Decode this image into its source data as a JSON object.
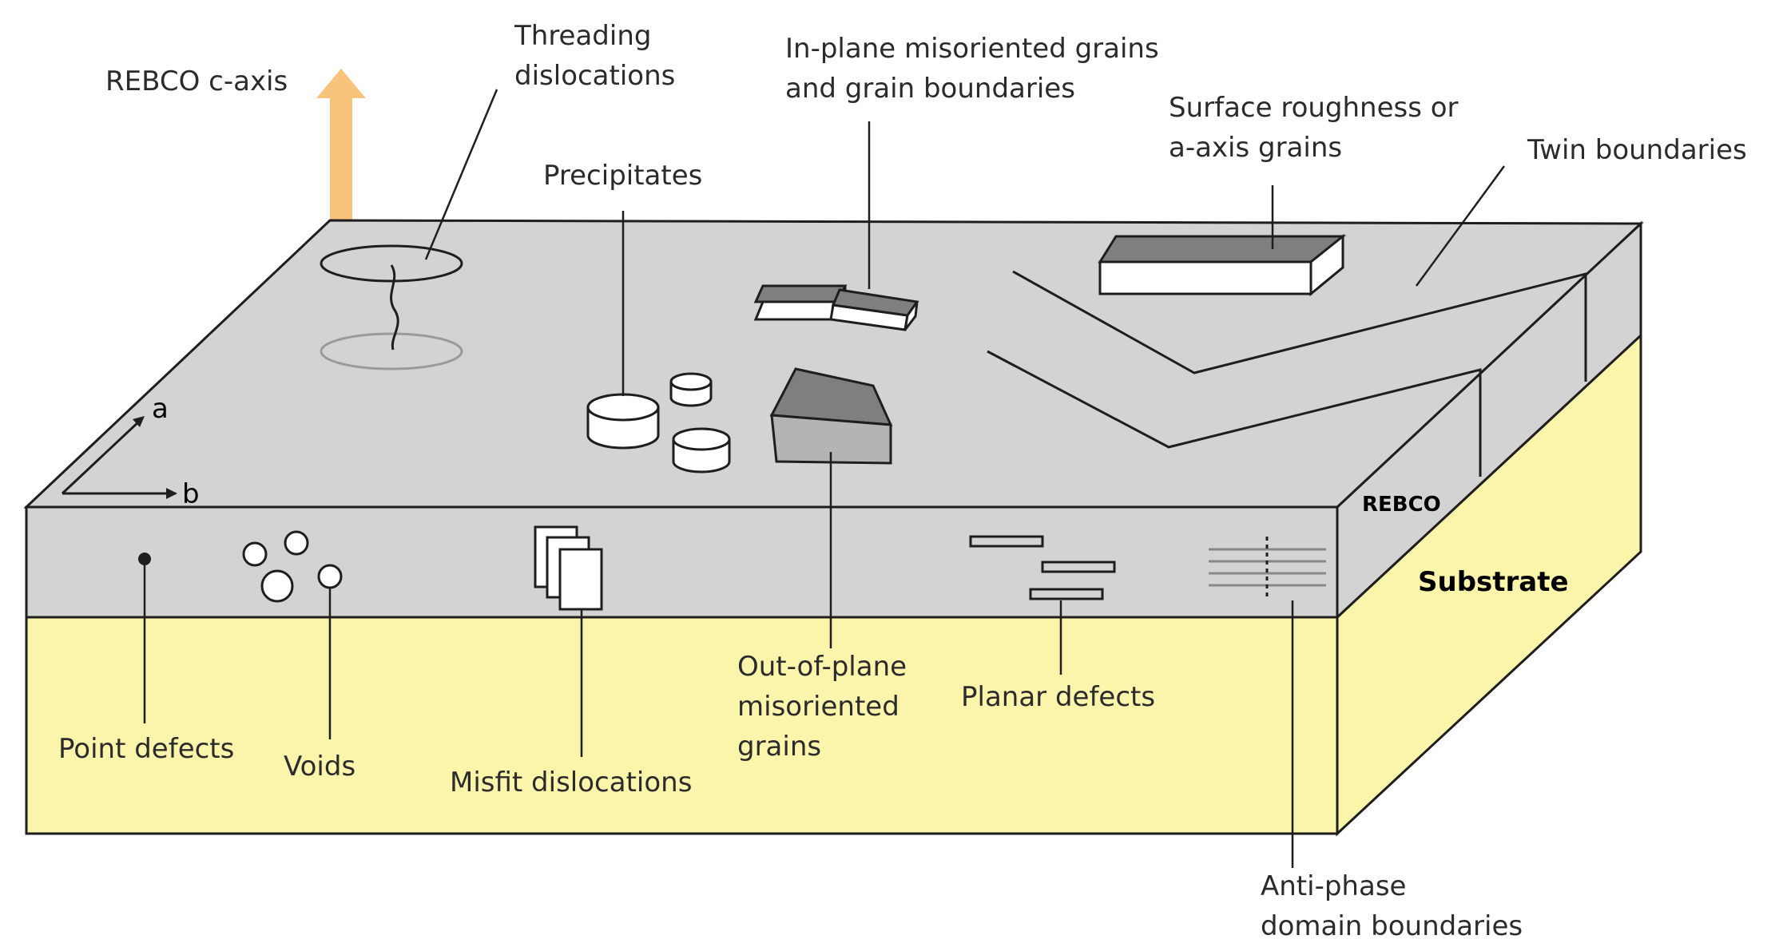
{
  "colors": {
    "rebco": "#d3d3d3",
    "substrate": "#fbf5ab",
    "arrow": "#f8c37a",
    "outline": "#1e1e1e",
    "dark_face": "#7f7f7f",
    "mid_face": "#b4b4b4"
  },
  "labels": {
    "c_axis": "REBCO c-axis",
    "threading": [
      "Threading",
      "dislocations"
    ],
    "precipitates": "Precipitates",
    "in_plane": [
      "In-plane misoriented grains",
      "and grain boundaries"
    ],
    "surface_roughness": [
      "Surface roughness or",
      "a-axis grains"
    ],
    "twin": "Twin boundaries",
    "axis_a": "a",
    "axis_b": "b",
    "rebco": "REBCO",
    "substrate": "Substrate",
    "point_defects": "Point defects",
    "voids": "Voids",
    "misfit": "Misfit dislocations",
    "out_of_plane": [
      "Out-of-plane",
      "misoriented",
      "grains"
    ],
    "planar": "Planar defects",
    "anti_phase": [
      "Anti-phase",
      "domain boundaries"
    ]
  }
}
